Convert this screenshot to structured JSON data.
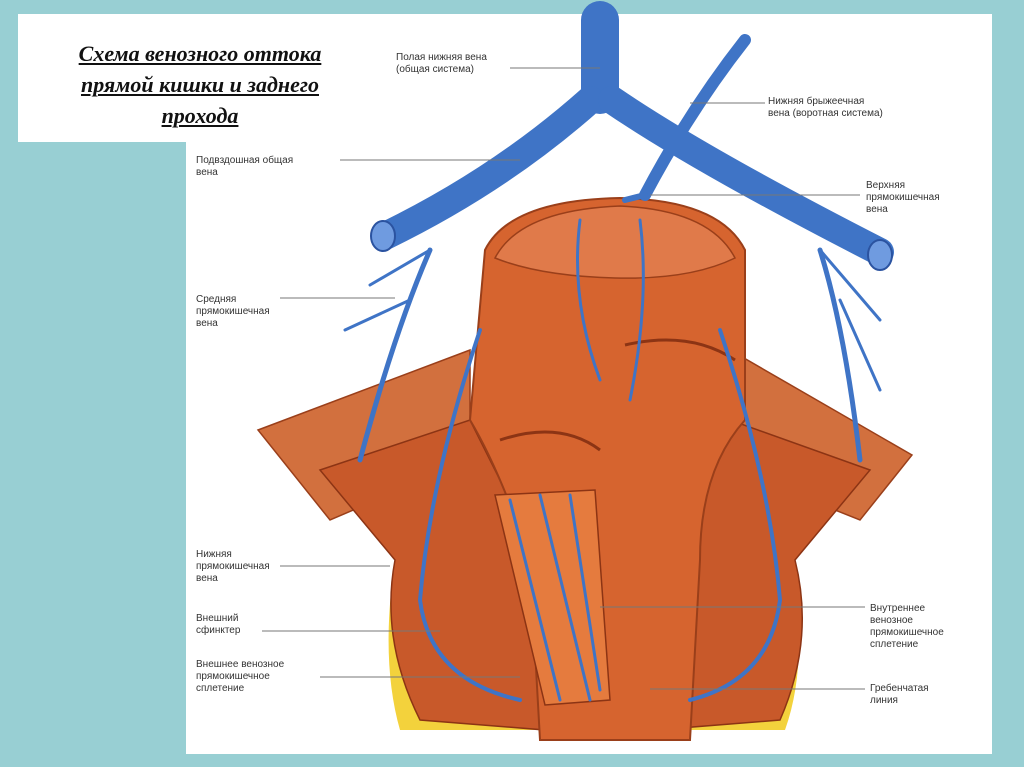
{
  "colors": {
    "background": "#98cfd3",
    "vein": "#3f74c6",
    "vein_dark": "#2b53a0",
    "rectum": "#d6642f",
    "rectum_dark": "#a8431d",
    "muscle": "#cf6a3a",
    "fat": "#f3d23c"
  },
  "slide": {
    "title_lines": [
      "Схема венозного оттока",
      "прямой кишки и заднего",
      "прохода"
    ]
  },
  "labels": {
    "ivc": [
      "Полая нижняя вена",
      "(общая система)"
    ],
    "inferior_mesenteric": [
      "Нижняя брыжеечная",
      "вена (воротная система)"
    ],
    "common_iliac": [
      "Подвздошная общая",
      "вена"
    ],
    "superior_rectal": [
      "Верхняя",
      "прямокишечная",
      "вена"
    ],
    "middle_rectal": [
      "Средняя",
      "прямокишечная",
      "вена"
    ],
    "inferior_rectal": [
      "Нижняя",
      "прямокишечная",
      "вена"
    ],
    "external_sphincter": [
      "Внешний",
      "сфинктер"
    ],
    "external_plexus": [
      "Внешнее венозное",
      "прямокишечное",
      "сплетение"
    ],
    "internal_plexus": [
      "Внутреннее",
      "венозное",
      "прямокишечное",
      "сплетение"
    ],
    "pectinate_line": [
      "Гребенчатая",
      "линия"
    ]
  }
}
